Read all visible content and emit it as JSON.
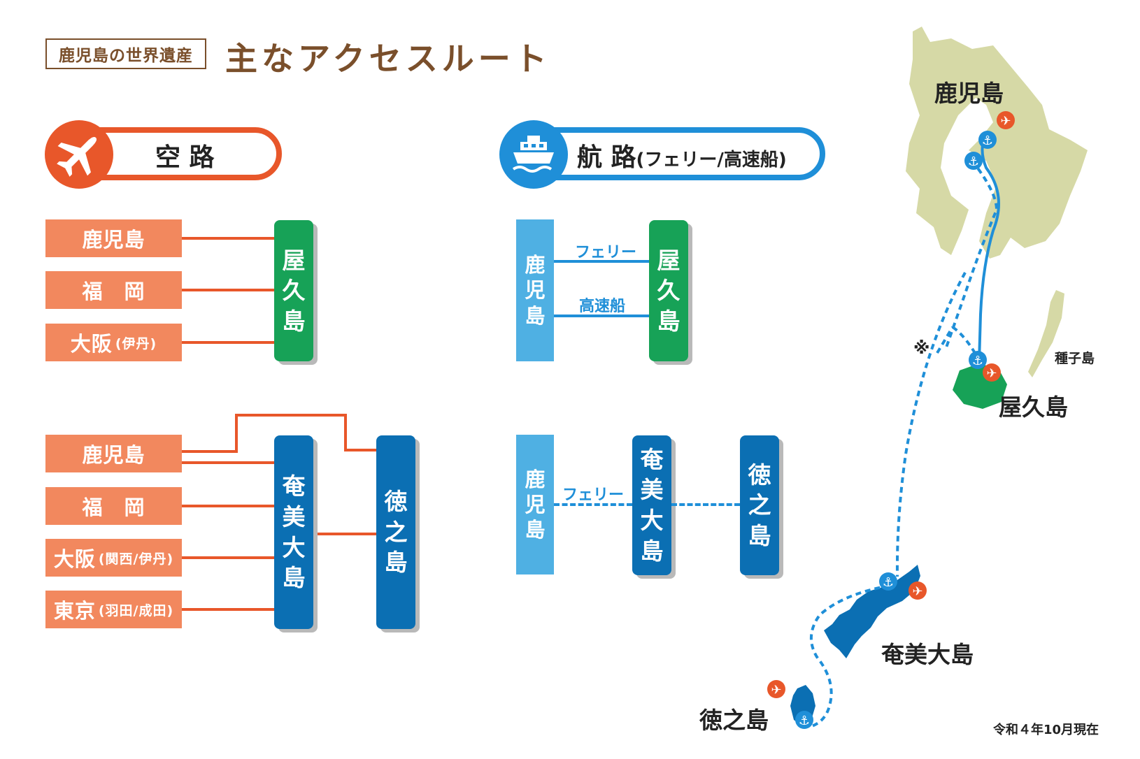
{
  "header": {
    "badge": "鹿児島の世界遺産",
    "title": "主なアクセスルート"
  },
  "sections": {
    "air": {
      "label": "空 路",
      "icon": "airplane-icon"
    },
    "sea": {
      "label": "航 路",
      "sub": "(フェリー/高速船)",
      "icon": "ship-icon"
    }
  },
  "air_yakushima": {
    "origins": [
      "鹿児島",
      "福　岡",
      "大阪"
    ],
    "origin_note": "(伊丹)",
    "dest_chars": [
      "屋",
      "久",
      "島"
    ]
  },
  "air_amami": {
    "origins": [
      {
        "main": "鹿児島",
        "note": ""
      },
      {
        "main": "福　岡",
        "note": ""
      },
      {
        "main": "大阪",
        "note": "(関西/伊丹)"
      },
      {
        "main": "東京",
        "note": "(羽田/成田)"
      }
    ],
    "amami_chars": [
      "奄",
      "美",
      "大",
      "島"
    ],
    "tokuno_chars": [
      "徳",
      "之",
      "島"
    ]
  },
  "sea_yakushima": {
    "origin_chars": [
      "鹿",
      "児",
      "島"
    ],
    "route_labels": [
      "フェリー",
      "高速船"
    ],
    "dest_chars": [
      "屋",
      "久",
      "島"
    ]
  },
  "sea_amami": {
    "origin_chars": [
      "鹿",
      "児",
      "島"
    ],
    "route_label": "フェリー",
    "amami_chars": [
      "奄",
      "美",
      "大",
      "島"
    ],
    "tokuno_chars": [
      "徳",
      "之",
      "島"
    ]
  },
  "map": {
    "labels": {
      "kagoshima": "鹿児島",
      "yakushima": "屋久島",
      "tanegashima": "種子島",
      "amami": "奄美大島",
      "tokunoshima": "徳之島",
      "note_mark": "※"
    },
    "date_note": "令和４年10月現在"
  },
  "colors": {
    "air": "#e8572a",
    "air_box": "#f2885e",
    "sea": "#1f8fd8",
    "sea_box": "#4fb0e3",
    "yakushima": "#17a257",
    "amami": "#0b6fb3",
    "land": "#d6d9a6",
    "title": "#7a4f2b"
  }
}
